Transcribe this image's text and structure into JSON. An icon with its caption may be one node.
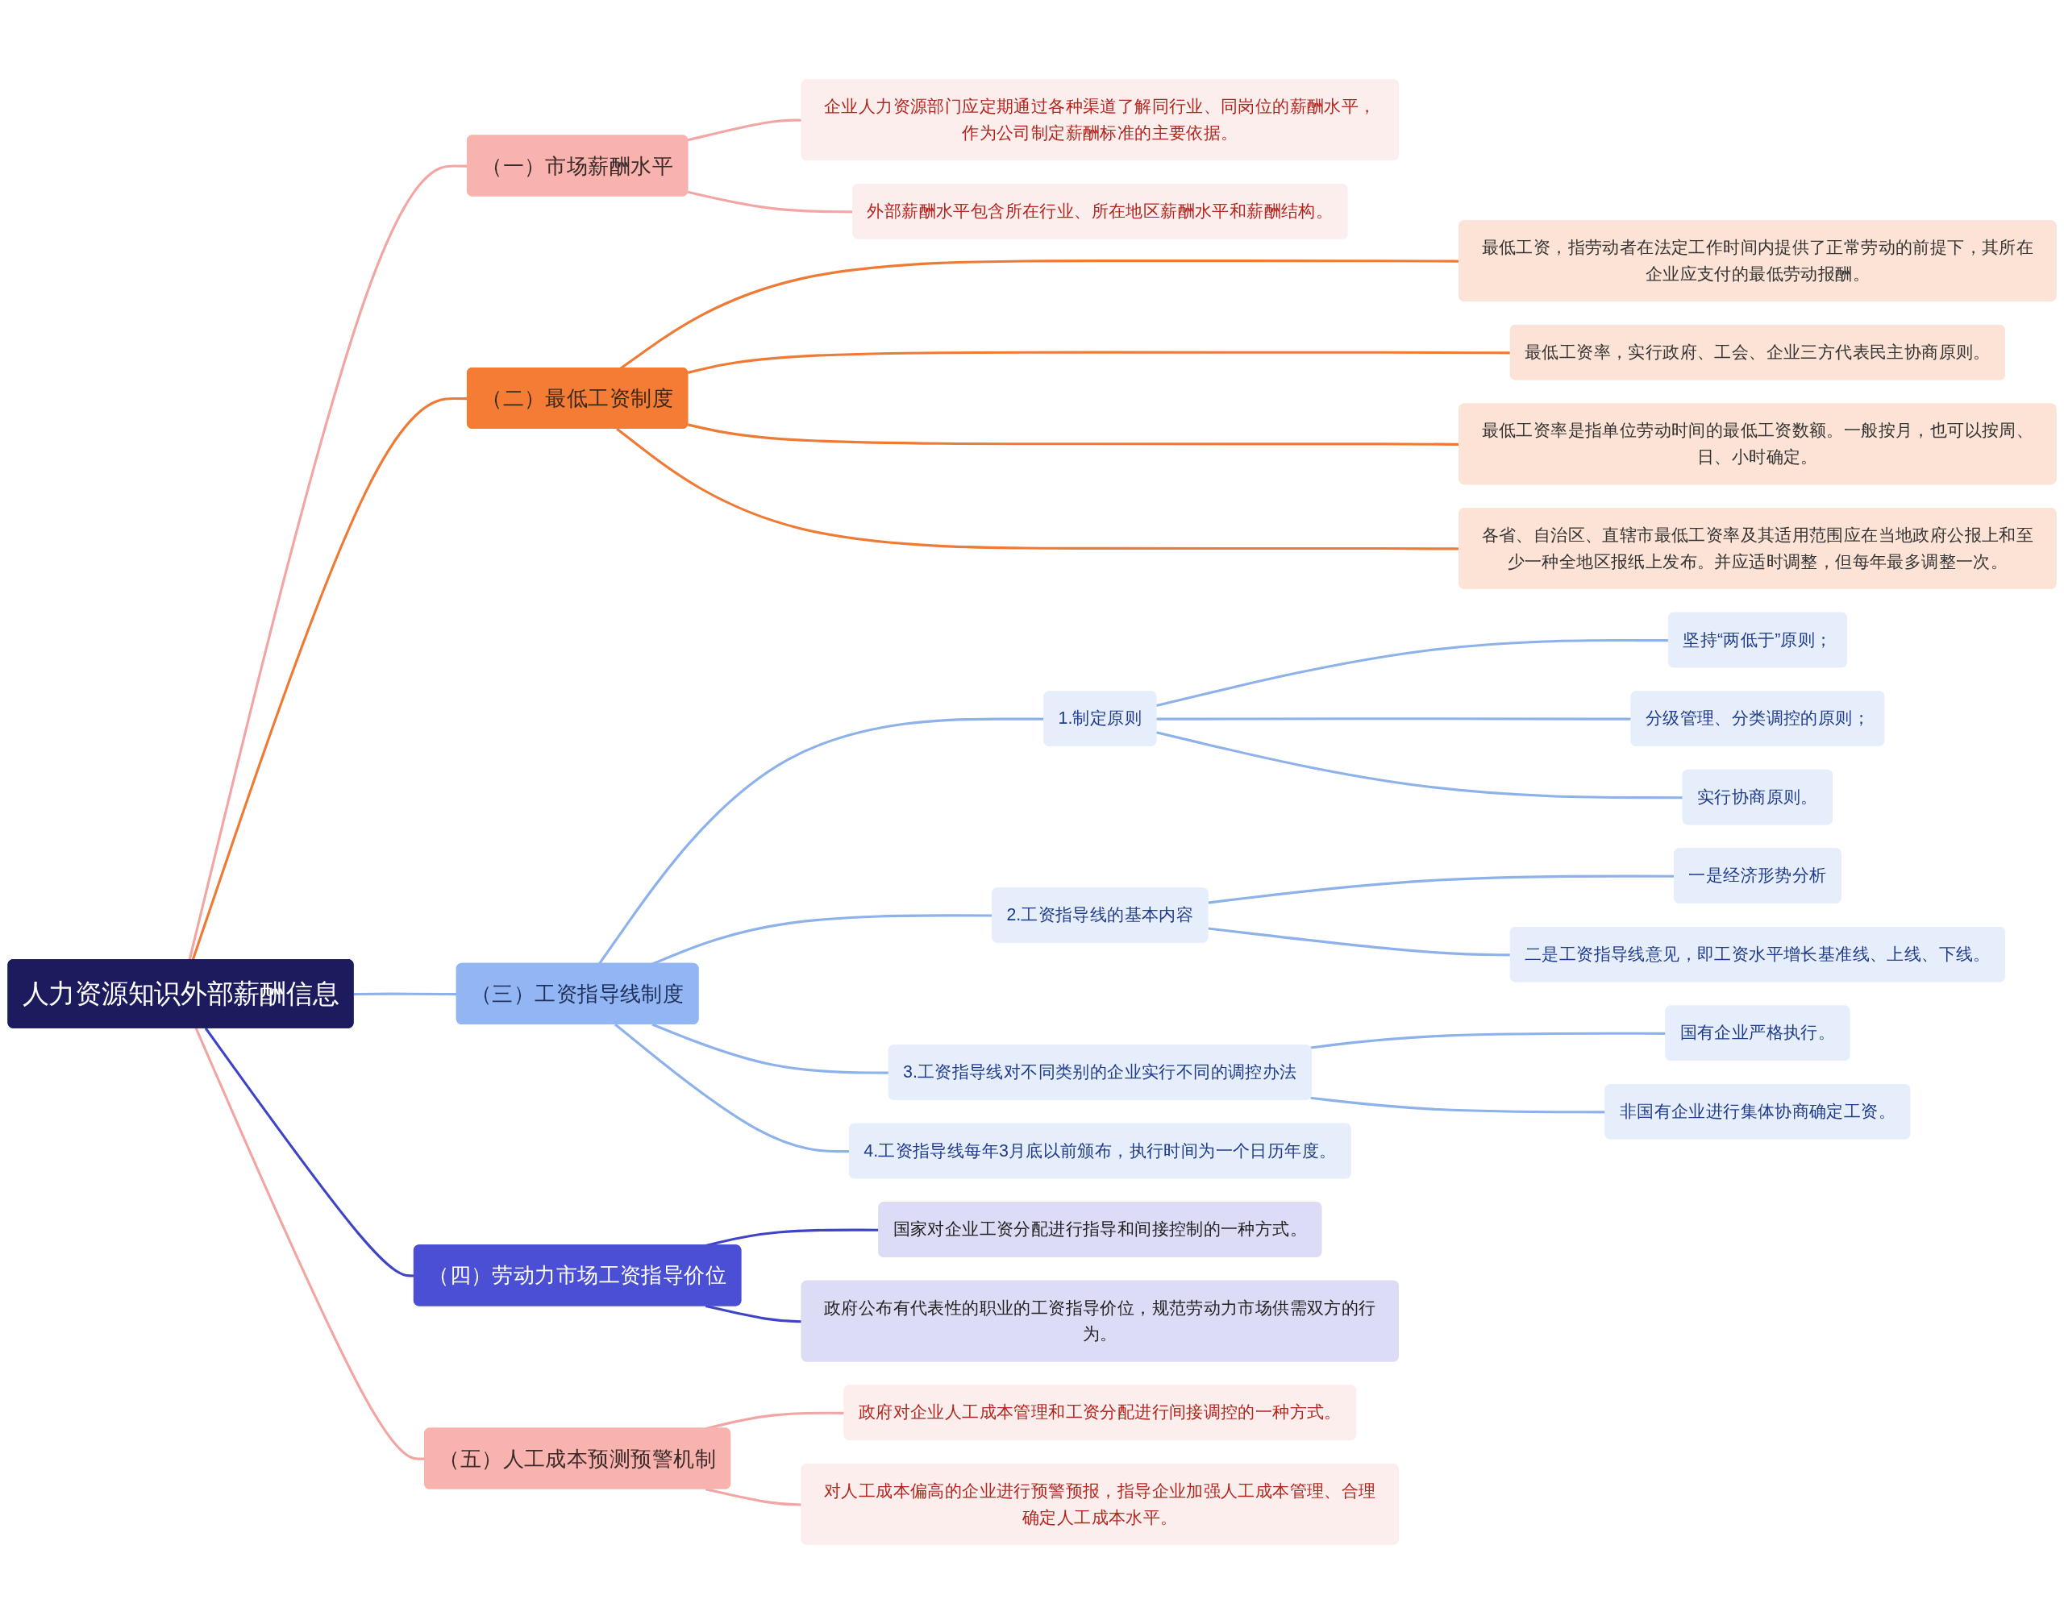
{
  "diagram": {
    "nodes": [
      {
        "text": [
          "人力资源知识外部薪酬信息"
        ]
      },
      {
        "text": [
          "（一）市场薪酬水平"
        ]
      },
      {
        "text": [
          "企业人力资源部门应定期通过各种渠道了解同行业、同岗位的薪酬水平，作为公司制定薪酬标准的主要依据。"
        ]
      },
      {
        "text": [
          "外部薪酬水平包含所在行业、所在地区薪酬水平和薪酬结构。"
        ]
      },
      {
        "text": [
          "（二）最低工资制度"
        ]
      },
      {
        "text": [
          "最低工资，指劳动者在法定工作时间内提供了正常劳动的前提下，其所在企业应支付的最低劳动报酬。"
        ]
      },
      {
        "text": [
          "最低工资率，实行政府、工会、企业三方代表民主协商原则。"
        ]
      },
      {
        "text": [
          "最低工资率是指单位劳动时间的最低工资数额。一般按月，也可以按周、日、小时确定。"
        ]
      },
      {
        "text": [
          "各省、自治区、直辖市最低工资率及其适用范围应在当地政府公报上和至少一种全地区报纸上发布。并应适时调整，但每年最多调整一次。"
        ]
      },
      {
        "text": [
          "（三）工资指导线制度"
        ]
      },
      {
        "text": [
          "1.制定原则"
        ]
      },
      {
        "text": [
          "坚持“两低于”原则；"
        ]
      },
      {
        "text": [
          "分级管理、分类调控的原则；"
        ]
      },
      {
        "text": [
          "实行协商原则。"
        ]
      },
      {
        "text": [
          "2.工资指导线的基本内容"
        ]
      },
      {
        "text": [
          "一是经济形势分析"
        ]
      },
      {
        "text": [
          "二是工资指导线意见，即工资水平增长基准线、上线、下线。"
        ]
      },
      {
        "text": [
          "3.工资指导线对不同类别的企业实行不同的调控办法"
        ]
      },
      {
        "text": [
          "国有企业严格执行。"
        ]
      },
      {
        "text": [
          "非国有企业进行集体协商确定工资。"
        ]
      },
      {
        "text": [
          "4.工资指导线每年3月底以前颁布，执行时间为一个日历年度。"
        ]
      },
      {
        "text": [
          "（四）劳动力市场工资指导价位"
        ]
      },
      {
        "text": [
          "国家对企业工资分配进行指导和间接控制的一种方式。"
        ]
      },
      {
        "text": [
          "政府公布有代表性的职业的工资指导价位，规范劳动力市场供需双方的行为。"
        ]
      },
      {
        "text": [
          "（五）人工成本预测预警机制"
        ]
      },
      {
        "text": [
          "政府对企业人工成本管理和工资分配进行间接调控的一种方式。"
        ]
      },
      {
        "text": [
          "对人工成本偏高的企业进行预警预报，指导企业加强人工成本管理、合理确定人工成本水平。"
        ]
      }
    ],
    "edges": [
      {
        "from": 0,
        "to": 1,
        "arrow": "none",
        "color": "#f2a5a3"
      },
      {
        "from": 1,
        "to": 2,
        "arrow": "none",
        "color": "#f2a5a3"
      },
      {
        "from": 1,
        "to": 3,
        "arrow": "none",
        "color": "#f2a5a3"
      },
      {
        "from": 0,
        "to": 4,
        "arrow": "none",
        "color": "#ee7a34"
      },
      {
        "from": 4,
        "to": 5,
        "arrow": "none",
        "color": "#ee7a34"
      },
      {
        "from": 4,
        "to": 6,
        "arrow": "none",
        "color": "#ee7a34"
      },
      {
        "from": 4,
        "to": 7,
        "arrow": "none",
        "color": "#ee7a34"
      },
      {
        "from": 4,
        "to": 8,
        "arrow": "none",
        "color": "#ee7a34"
      },
      {
        "from": 0,
        "to": 9,
        "arrow": "none"
      },
      {
        "from": 9,
        "to": 10,
        "arrow": "none"
      },
      {
        "from": 10,
        "to": 11,
        "arrow": "none"
      },
      {
        "from": 10,
        "to": 12,
        "arrow": "none"
      },
      {
        "from": 10,
        "to": 13,
        "arrow": "none"
      },
      {
        "from": 9,
        "to": 14,
        "arrow": "none"
      },
      {
        "from": 14,
        "to": 15,
        "arrow": "none"
      },
      {
        "from": 14,
        "to": 16,
        "arrow": "none"
      },
      {
        "from": 9,
        "to": 17,
        "arrow": "none"
      },
      {
        "from": 17,
        "to": 18,
        "arrow": "none"
      },
      {
        "from": 17,
        "to": 19,
        "arrow": "none"
      },
      {
        "from": 9,
        "to": 20,
        "arrow": "none"
      },
      {
        "from": 0,
        "to": 21,
        "arrow": "none",
        "color": "#3f44c6"
      },
      {
        "from": 21,
        "to": 22,
        "arrow": "none",
        "color": "#3f44c6"
      },
      {
        "from": 21,
        "to": 23,
        "arrow": "none",
        "color": "#3f44c6"
      },
      {
        "from": 0,
        "to": 24,
        "arrow": "none",
        "color": "#f2a5a3"
      },
      {
        "from": 24,
        "to": 25,
        "arrow": "none",
        "color": "#f2a5a3"
      },
      {
        "from": 24,
        "to": 26,
        "arrow": "none",
        "color": "#f2a5a3"
      }
    ]
  }
}
